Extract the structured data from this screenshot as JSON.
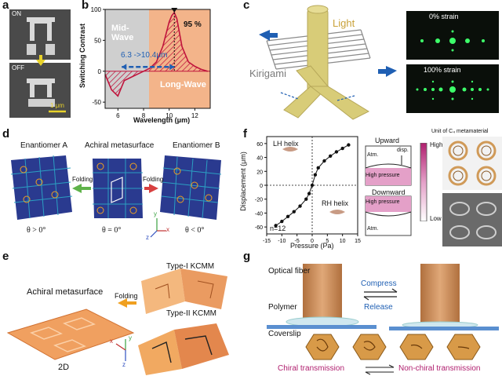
{
  "panels": [
    "a",
    "b",
    "c",
    "d",
    "e",
    "f",
    "g"
  ],
  "a": {
    "on": "ON",
    "off": "OFF",
    "scale": "1 μm"
  },
  "b": {
    "ylabel": "Switching Contrast",
    "xlabel": "Wavelength (μm)",
    "mid_wave": "Mid-\nWave",
    "long_wave": "Long-Wave",
    "peak": "95 %",
    "range": "6.3 ->10.4μm",
    "xticks": [
      "6",
      "8",
      "10",
      "12"
    ],
    "yticks": [
      "100",
      "50",
      "0",
      "-50"
    ]
  },
  "chart_data": {
    "type": "line",
    "title": "",
    "xlabel": "Wavelength (μm)",
    "ylabel": "Switching Contrast",
    "xlim": [
      5,
      13.2
    ],
    "ylim": [
      -60,
      100
    ],
    "x": [
      5,
      5.5,
      6,
      6.3,
      6.5,
      7,
      7.5,
      8,
      8.5,
      9,
      9.5,
      10,
      10.2,
      10.4,
      10.6,
      11,
      11.5,
      12,
      12.5,
      13
    ],
    "series": [
      {
        "values": [
          -5,
          -30,
          -40,
          -25,
          -15,
          -10,
          -5,
          0,
          5,
          15,
          40,
          80,
          90,
          95,
          85,
          40,
          15,
          8,
          3,
          0
        ]
      }
    ]
  },
  "c": {
    "light": "Light",
    "kirigami": "Kirigami",
    "strain0": "0% strain",
    "strain100": "100% strain"
  },
  "d": {
    "ena": "Enantiomer A",
    "achiral": "Achiral metasurface",
    "enb": "Enantiomer B",
    "fold_left": "Folding",
    "fold_right": "Folding",
    "theta_a": "θ > 0°",
    "theta_0": "θ = 0°",
    "theta_b": "θ < 0°",
    "axis_x": "x",
    "axis_y": "y",
    "axis_z": "z"
  },
  "e": {
    "achiral": "Achiral metasurface",
    "folding": "Folding",
    "type1": "Type-I KCMM",
    "type2": "Type-II KCMM",
    "twod": "2D",
    "axis_x": "x",
    "axis_y": "y",
    "axis_z": "z"
  },
  "f": {
    "ylabel": "Displacement (μm)",
    "xlabel": "Pressure (Pa)",
    "lh": "LH helix",
    "rh": "RH helix",
    "n": "n=12",
    "xticks": [
      "-15",
      "-10",
      "-5",
      "0",
      "5",
      "10",
      "15"
    ],
    "yticks": [
      "60",
      "40",
      "20",
      "0",
      "-20",
      "-40",
      "-60"
    ],
    "upward": "Upward",
    "downward": "Downward",
    "atm": "Atm.",
    "disp": "disp.",
    "high_pressure": "High pressure",
    "high": "High",
    "low": "Low",
    "unit": "Unit of C₄ metamaterial"
  },
  "f_data": {
    "pressure": [
      -12,
      -10,
      -8,
      -6,
      -4,
      -2,
      -1,
      0,
      1,
      2,
      4,
      6,
      8,
      10,
      12
    ],
    "displacement": [
      -58,
      -52,
      -45,
      -38,
      -30,
      -20,
      -12,
      0,
      15,
      25,
      35,
      42,
      48,
      53,
      58
    ]
  },
  "g": {
    "fiber": "Optical fiber",
    "polymer": "Polymer",
    "coverslip": "Coverslip",
    "compress": "Compress",
    "release": "Release",
    "chiral": "Chiral transmission",
    "nonchiral": "Non-chiral transmission"
  },
  "colors": {
    "accent_red": "#c0143c",
    "blue": "#1f5fb3",
    "orange_bg": "#f3b48a",
    "gray_bg": "#cfcfcf",
    "olive": "#c9b968",
    "bronze": "#c8875a",
    "purple": "#b01e6e"
  }
}
